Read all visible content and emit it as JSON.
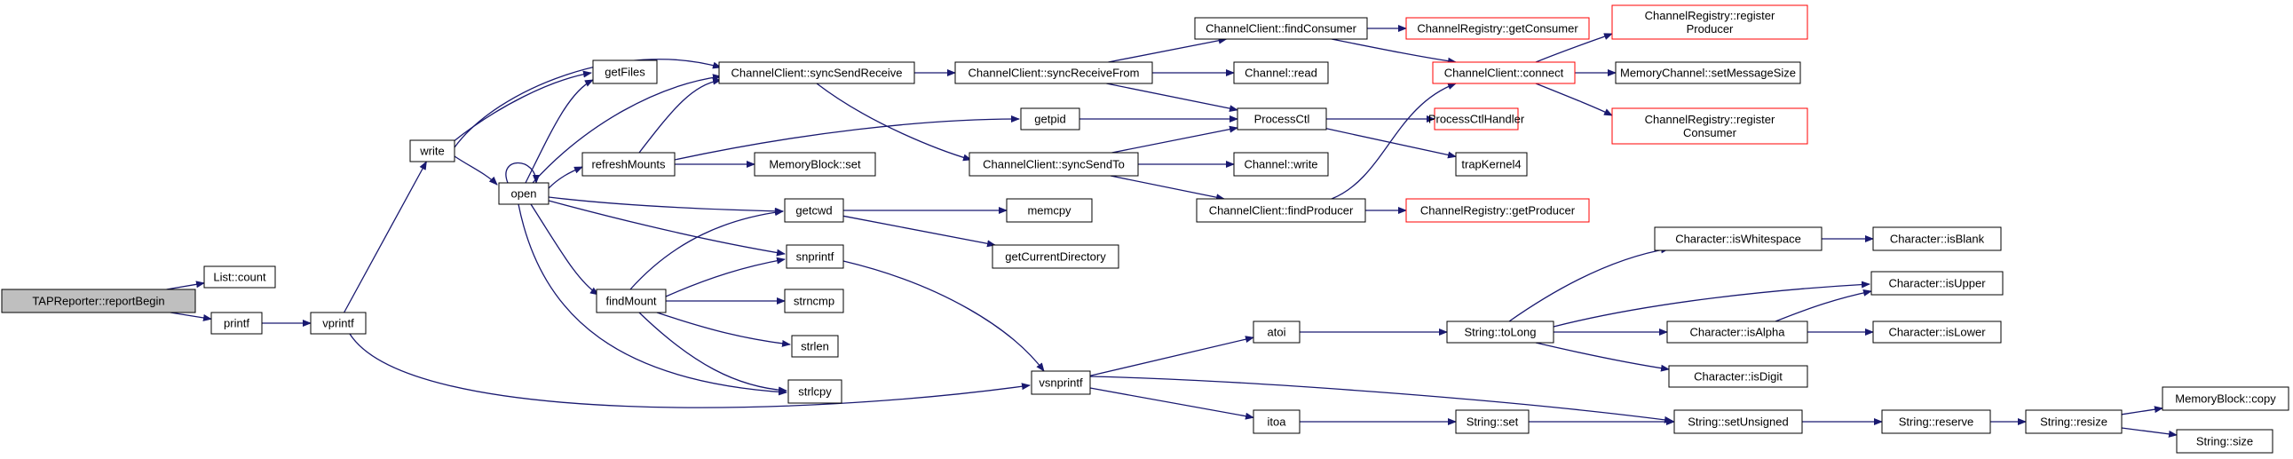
{
  "graph": {
    "nodes": [
      {
        "id": "reportBegin",
        "label": "TAPReporter::reportBegin",
        "kind": "root"
      },
      {
        "id": "listCount",
        "label": "List::count",
        "kind": "normal"
      },
      {
        "id": "printf",
        "label": "printf",
        "kind": "normal"
      },
      {
        "id": "vprintf",
        "label": "vprintf",
        "kind": "normal"
      },
      {
        "id": "write",
        "label": "write",
        "kind": "normal"
      },
      {
        "id": "open",
        "label": "open",
        "kind": "normal"
      },
      {
        "id": "getFiles",
        "label": "getFiles",
        "kind": "normal"
      },
      {
        "id": "refreshMounts",
        "label": "refreshMounts",
        "kind": "normal"
      },
      {
        "id": "findMount",
        "label": "findMount",
        "kind": "normal"
      },
      {
        "id": "syncSendReceive",
        "label": "ChannelClient::syncSendReceive",
        "kind": "normal"
      },
      {
        "id": "syncReceiveFrom",
        "label": "ChannelClient::syncReceiveFrom",
        "kind": "normal"
      },
      {
        "id": "syncSendTo",
        "label": "ChannelClient::syncSendTo",
        "kind": "normal"
      },
      {
        "id": "getpid",
        "label": "getpid",
        "kind": "normal"
      },
      {
        "id": "memoryBlockSet",
        "label": "MemoryBlock::set",
        "kind": "normal"
      },
      {
        "id": "getcwd",
        "label": "getcwd",
        "kind": "normal"
      },
      {
        "id": "snprintf",
        "label": "snprintf",
        "kind": "normal"
      },
      {
        "id": "strncmp",
        "label": "strncmp",
        "kind": "normal"
      },
      {
        "id": "strlen",
        "label": "strlen",
        "kind": "normal"
      },
      {
        "id": "strlcpy",
        "label": "strlcpy",
        "kind": "normal"
      },
      {
        "id": "memcpy",
        "label": "memcpy",
        "kind": "normal"
      },
      {
        "id": "getCurrentDirectory",
        "label": "getCurrentDirectory",
        "kind": "normal"
      },
      {
        "id": "vsnprintf",
        "label": "vsnprintf",
        "kind": "normal"
      },
      {
        "id": "atoi",
        "label": "atoi",
        "kind": "normal"
      },
      {
        "id": "itoa",
        "label": "itoa",
        "kind": "normal"
      },
      {
        "id": "findConsumer",
        "label": "ChannelClient::findConsumer",
        "kind": "normal"
      },
      {
        "id": "channelRead",
        "label": "Channel::read",
        "kind": "normal"
      },
      {
        "id": "processCtl",
        "label": "ProcessCtl",
        "kind": "normal"
      },
      {
        "id": "channelWrite",
        "label": "Channel::write",
        "kind": "normal"
      },
      {
        "id": "findProducer",
        "label": "ChannelClient::findProducer",
        "kind": "normal"
      },
      {
        "id": "getConsumer",
        "label": "ChannelRegistry::getConsumer",
        "kind": "truncated"
      },
      {
        "id": "connect",
        "label": "ChannelClient::connect",
        "kind": "truncated"
      },
      {
        "id": "processCtlHandler",
        "label": "ProcessCtlHandler",
        "kind": "truncated"
      },
      {
        "id": "trapKernel4",
        "label": "trapKernel4",
        "kind": "normal"
      },
      {
        "id": "getProducer",
        "label": "ChannelRegistry::getProducer",
        "kind": "truncated"
      },
      {
        "id": "registerProducer",
        "label": "ChannelRegistry::register\nProducer",
        "kind": "truncated"
      },
      {
        "id": "setMessageSize",
        "label": "MemoryChannel::setMessageSize",
        "kind": "normal"
      },
      {
        "id": "registerConsumer",
        "label": "ChannelRegistry::register\nConsumer",
        "kind": "truncated"
      },
      {
        "id": "stringToLong",
        "label": "String::toLong",
        "kind": "normal"
      },
      {
        "id": "stringSet",
        "label": "String::set",
        "kind": "normal"
      },
      {
        "id": "setUnsigned",
        "label": "String::setUnsigned",
        "kind": "normal"
      },
      {
        "id": "isWhitespace",
        "label": "Character::isWhitespace",
        "kind": "normal"
      },
      {
        "id": "isAlpha",
        "label": "Character::isAlpha",
        "kind": "normal"
      },
      {
        "id": "isDigit",
        "label": "Character::isDigit",
        "kind": "normal"
      },
      {
        "id": "isBlank",
        "label": "Character::isBlank",
        "kind": "normal"
      },
      {
        "id": "isUpper",
        "label": "Character::isUpper",
        "kind": "normal"
      },
      {
        "id": "isLower",
        "label": "Character::isLower",
        "kind": "normal"
      },
      {
        "id": "reserve",
        "label": "String::reserve",
        "kind": "normal"
      },
      {
        "id": "resize",
        "label": "String::resize",
        "kind": "normal"
      },
      {
        "id": "memoryBlockCopy",
        "label": "MemoryBlock::copy",
        "kind": "normal"
      },
      {
        "id": "stringSize",
        "label": "String::size",
        "kind": "normal"
      }
    ],
    "edges": [
      [
        "reportBegin",
        "listCount"
      ],
      [
        "reportBegin",
        "printf"
      ],
      [
        "printf",
        "vprintf"
      ],
      [
        "vprintf",
        "write"
      ],
      [
        "vprintf",
        "vsnprintf"
      ],
      [
        "write",
        "syncSendReceive"
      ],
      [
        "write",
        "getFiles"
      ],
      [
        "write",
        "open"
      ],
      [
        "open",
        "open"
      ],
      [
        "open",
        "getFiles"
      ],
      [
        "open",
        "syncSendReceive"
      ],
      [
        "open",
        "refreshMounts"
      ],
      [
        "open",
        "getcwd"
      ],
      [
        "open",
        "snprintf"
      ],
      [
        "open",
        "findMount"
      ],
      [
        "open",
        "strlcpy"
      ],
      [
        "refreshMounts",
        "syncSendReceive"
      ],
      [
        "refreshMounts",
        "getpid"
      ],
      [
        "refreshMounts",
        "memoryBlockSet"
      ],
      [
        "findMount",
        "getcwd"
      ],
      [
        "findMount",
        "snprintf"
      ],
      [
        "findMount",
        "strncmp"
      ],
      [
        "findMount",
        "strlen"
      ],
      [
        "findMount",
        "strlcpy"
      ],
      [
        "syncSendReceive",
        "syncReceiveFrom"
      ],
      [
        "syncSendReceive",
        "syncSendTo"
      ],
      [
        "syncReceiveFrom",
        "findConsumer"
      ],
      [
        "syncReceiveFrom",
        "channelRead"
      ],
      [
        "syncReceiveFrom",
        "processCtl"
      ],
      [
        "syncSendTo",
        "processCtl"
      ],
      [
        "syncSendTo",
        "channelWrite"
      ],
      [
        "syncSendTo",
        "findProducer"
      ],
      [
        "getpid",
        "processCtl"
      ],
      [
        "getcwd",
        "memcpy"
      ],
      [
        "getcwd",
        "getCurrentDirectory"
      ],
      [
        "snprintf",
        "vsnprintf"
      ],
      [
        "vsnprintf",
        "atoi"
      ],
      [
        "vsnprintf",
        "setUnsigned"
      ],
      [
        "vsnprintf",
        "itoa"
      ],
      [
        "findConsumer",
        "getConsumer"
      ],
      [
        "findConsumer",
        "connect"
      ],
      [
        "findProducer",
        "connect"
      ],
      [
        "findProducer",
        "getProducer"
      ],
      [
        "processCtl",
        "processCtlHandler"
      ],
      [
        "processCtl",
        "trapKernel4"
      ],
      [
        "connect",
        "registerProducer"
      ],
      [
        "connect",
        "setMessageSize"
      ],
      [
        "connect",
        "registerConsumer"
      ],
      [
        "atoi",
        "stringToLong"
      ],
      [
        "stringToLong",
        "isWhitespace"
      ],
      [
        "stringToLong",
        "isUpper"
      ],
      [
        "stringToLong",
        "isAlpha"
      ],
      [
        "stringToLong",
        "isDigit"
      ],
      [
        "isWhitespace",
        "isBlank"
      ],
      [
        "isAlpha",
        "isUpper"
      ],
      [
        "isAlpha",
        "isLower"
      ],
      [
        "itoa",
        "stringSet"
      ],
      [
        "stringSet",
        "setUnsigned"
      ],
      [
        "setUnsigned",
        "reserve"
      ],
      [
        "reserve",
        "resize"
      ],
      [
        "resize",
        "memoryBlockCopy"
      ],
      [
        "resize",
        "stringSize"
      ]
    ]
  },
  "colors": {
    "edge": "#191970",
    "node_border": "#000000",
    "truncated_border": "#ff0000",
    "root_fill": "#bfbfbf",
    "node_fill": "#ffffff",
    "text": "#000000"
  }
}
